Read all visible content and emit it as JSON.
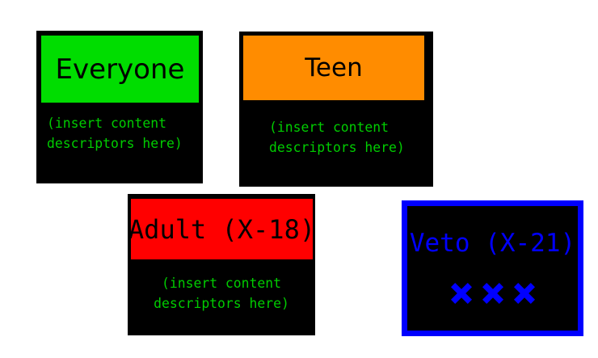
{
  "colors": {
    "page_bg": "#ffffff",
    "card_bg": "#000000",
    "everyone_green": "#00dd00",
    "teen_orange": "#ff8c00",
    "adult_red": "#ff0000",
    "veto_blue": "#0000ff",
    "descriptor_green": "#00cc00",
    "title_black": "#000000"
  },
  "cards": {
    "everyone": {
      "title": "Everyone",
      "descriptor_line1": "(insert content",
      "descriptor_line2": "descriptors here)"
    },
    "teen": {
      "title": "Teen",
      "descriptor_line1": "(insert content",
      "descriptor_line2": "descriptors here)"
    },
    "adult": {
      "title": "Adult (X-18)",
      "descriptor_line1": "(insert content",
      "descriptor_line2": "descriptors here)"
    },
    "veto": {
      "title": "Veto (X-21)",
      "x_mark_symbol": "✖",
      "x_marks_count": 3
    }
  }
}
